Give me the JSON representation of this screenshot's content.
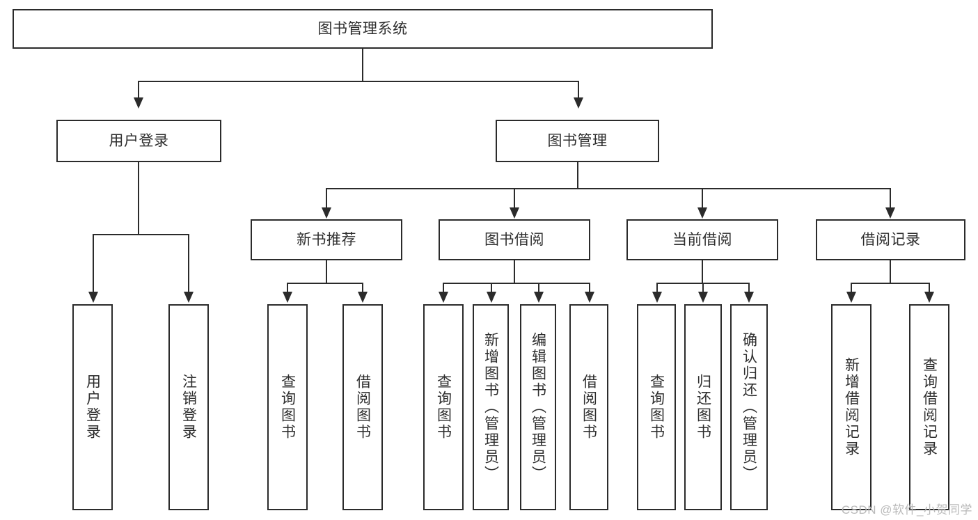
{
  "diagram": {
    "title": "图书管理系统",
    "type": "tree-hierarchy",
    "root": {
      "label": "图书管理系统"
    },
    "level2": [
      {
        "label": "用户登录"
      },
      {
        "label": "图书管理"
      }
    ],
    "level3": [
      {
        "label": "新书推荐"
      },
      {
        "label": "图书借阅"
      },
      {
        "label": "当前借阅"
      },
      {
        "label": "借阅记录"
      }
    ],
    "leaves": {
      "user_login": [
        {
          "label": "用户登录"
        },
        {
          "label": "注销登录"
        }
      ],
      "new_book_recommend": [
        {
          "label": "查询图书"
        },
        {
          "label": "借阅图书"
        }
      ],
      "book_borrow": [
        {
          "label": "查询图书"
        },
        {
          "label": "新增图书（管理员）"
        },
        {
          "label": "编辑图书（管理员）"
        },
        {
          "label": "借阅图书"
        }
      ],
      "current_borrow": [
        {
          "label": "查询图书"
        },
        {
          "label": "归还图书"
        },
        {
          "label": "确认归还（管理员）"
        }
      ],
      "borrow_record": [
        {
          "label": "新增借阅记录"
        },
        {
          "label": "查询借阅记录"
        }
      ]
    }
  },
  "watermark": {
    "text": "CSDN @软件_小贺同学"
  },
  "colors": {
    "stroke": "#2b2b2b",
    "text": "#2e2e2e",
    "background": "#ffffff",
    "watermark": "#b9b9b9"
  }
}
